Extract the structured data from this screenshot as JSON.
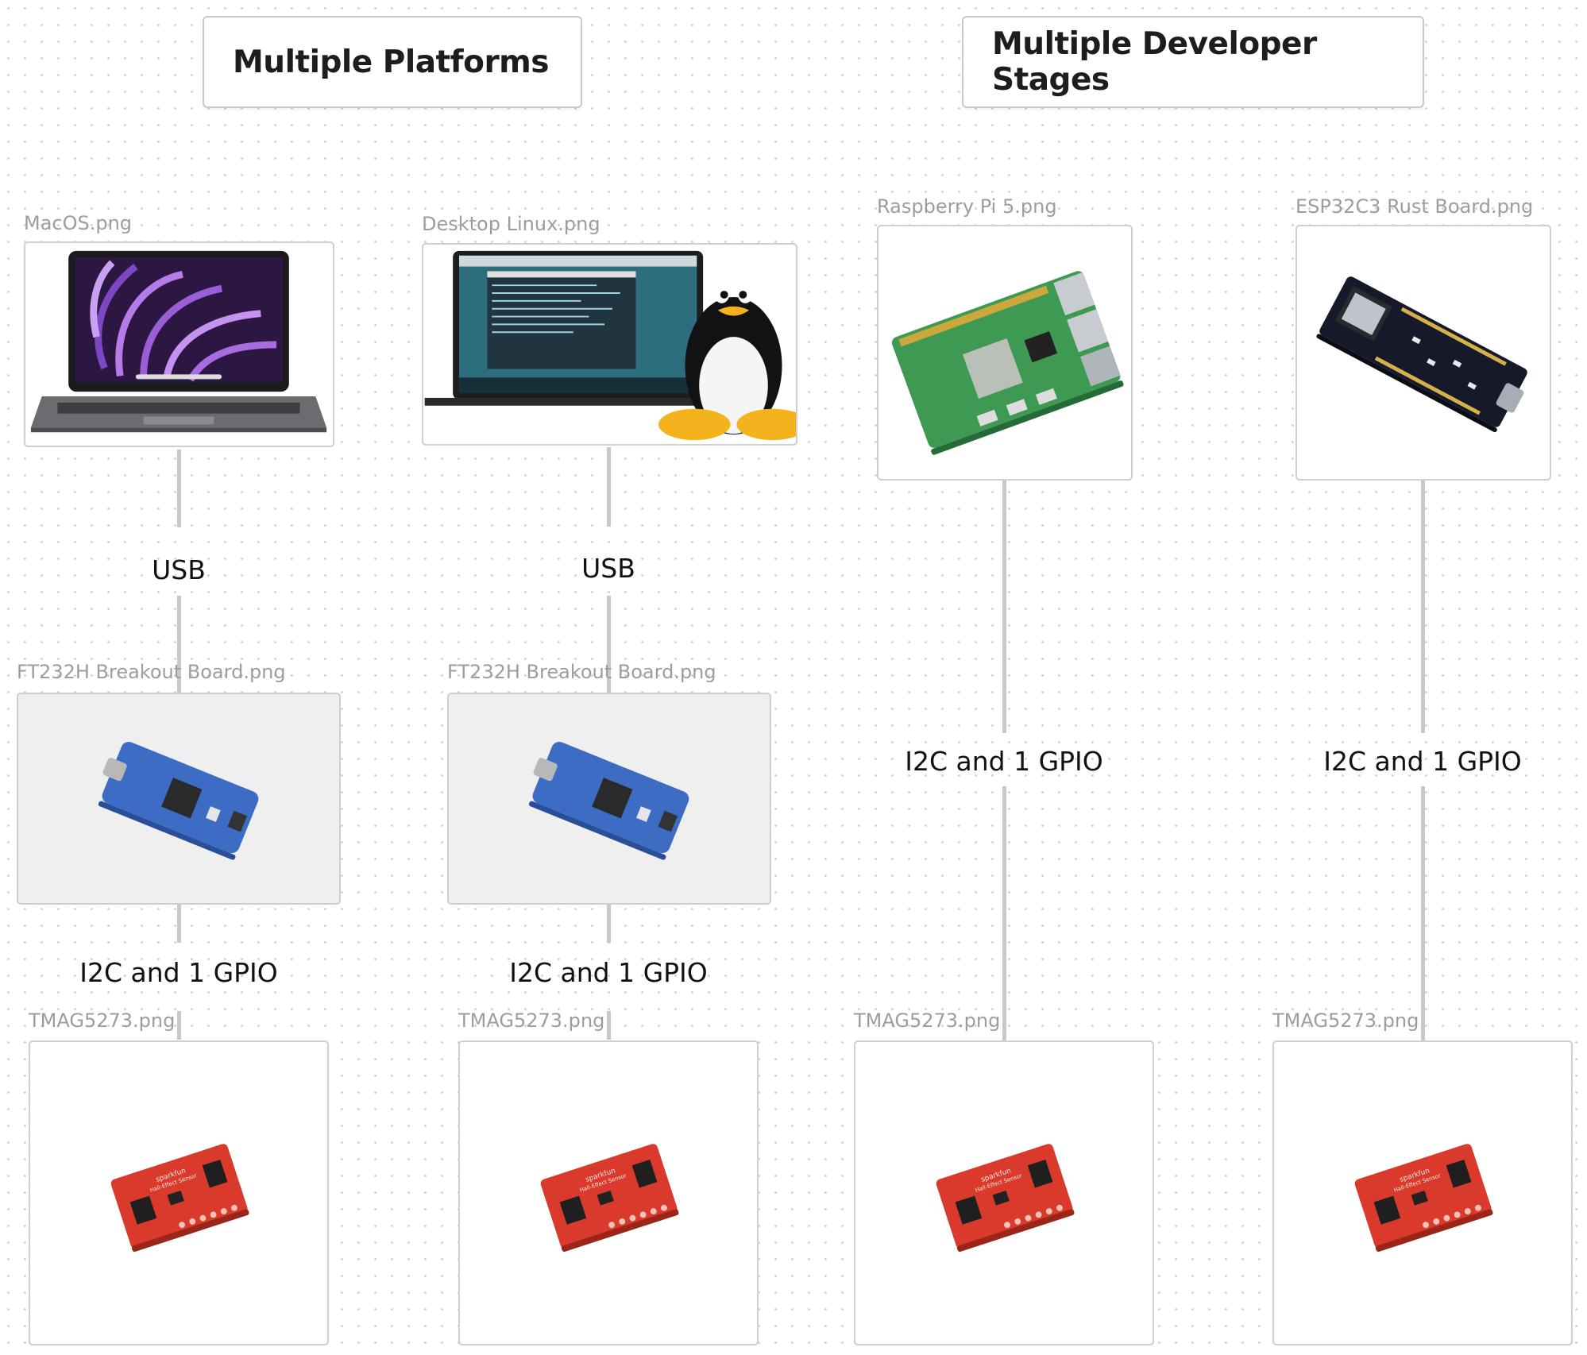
{
  "headers": {
    "platforms": "Multiple Platforms",
    "stages": "Multiple Developer Stages"
  },
  "captions": {
    "macos": "MacOS.png",
    "linux": "Desktop Linux.png",
    "rpi": "Raspberry Pi 5.png",
    "esp": "ESP32C3 Rust Board.png",
    "ft232_1": "FT232H Breakout Board.png",
    "ft232_2": "FT232H Breakout Board.png",
    "tmag_1": "TMAG5273.png",
    "tmag_2": "TMAG5273.png",
    "tmag_3": "TMAG5273.png",
    "tmag_4": "TMAG5273.png"
  },
  "edges": {
    "usb_1": "USB",
    "usb_2": "USB",
    "i2c_1": "I2C and 1 GPIO",
    "i2c_2": "I2C and 1 GPIO",
    "i2c_3": "I2C and 1 GPIO",
    "i2c_4": "I2C and 1 GPIO"
  },
  "images": {
    "laptop": "macbook-laptop-image",
    "linux": "linux-desktop-with-tux-image",
    "rpi": "raspberry-pi-board-image",
    "esp": "esp32c3-board-image",
    "ft232": "ft232h-breakout-board-image",
    "tmag": "tmag5273-sensor-board-image"
  },
  "colors": {
    "line": "#c8c8c8",
    "card_border": "#cfcfcf",
    "sensor_red": "#d93a2b",
    "rpi_green": "#3e9a52",
    "ft232_blue": "#3c6cc4"
  }
}
